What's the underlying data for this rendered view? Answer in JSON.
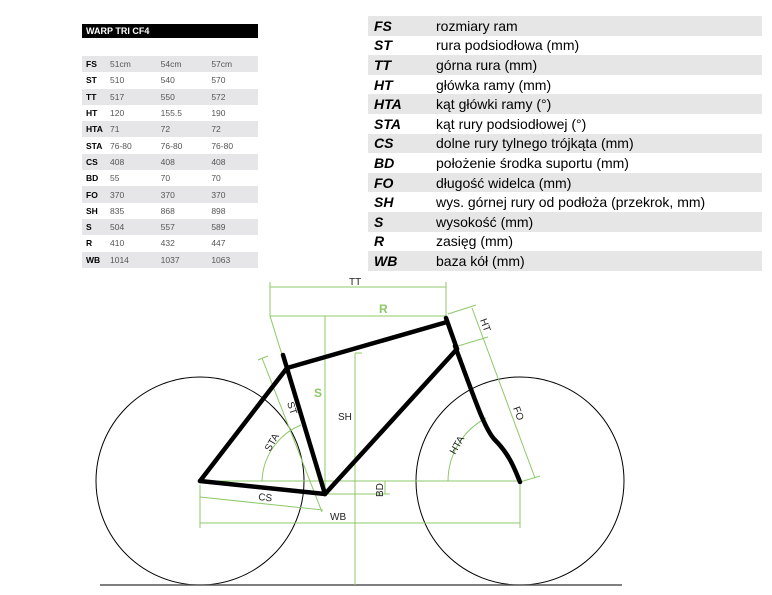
{
  "geometry_table": {
    "title": "WARP TRI CF4",
    "rows": [
      {
        "key": "FS",
        "values": [
          "51cm",
          "54cm",
          "57cm"
        ]
      },
      {
        "key": "ST",
        "values": [
          "510",
          "540",
          "570"
        ]
      },
      {
        "key": "TT",
        "values": [
          "517",
          "550",
          "572"
        ]
      },
      {
        "key": "HT",
        "values": [
          "120",
          "155.5",
          "190"
        ]
      },
      {
        "key": "HTA",
        "values": [
          "71",
          "72",
          "72"
        ]
      },
      {
        "key": "STA",
        "values": [
          "76-80",
          "76-80",
          "76-80"
        ]
      },
      {
        "key": "CS",
        "values": [
          "408",
          "408",
          "408"
        ]
      },
      {
        "key": "BD",
        "values": [
          "55",
          "70",
          "70"
        ]
      },
      {
        "key": "FO",
        "values": [
          "370",
          "370",
          "370"
        ]
      },
      {
        "key": "SH",
        "values": [
          "835",
          "868",
          "898"
        ]
      },
      {
        "key": "S",
        "values": [
          "504",
          "557",
          "589"
        ]
      },
      {
        "key": "R",
        "values": [
          "410",
          "432",
          "447"
        ]
      },
      {
        "key": "WB",
        "values": [
          "1014",
          "1037",
          "1063"
        ]
      }
    ]
  },
  "legend": [
    {
      "key": "FS",
      "desc": "rozmiary ram"
    },
    {
      "key": "ST",
      "desc": "rura podsiodłowa (mm)"
    },
    {
      "key": "TT",
      "desc": "górna rura (mm)"
    },
    {
      "key": "HT",
      "desc": "główka ramy (mm)"
    },
    {
      "key": "HTA",
      "desc": "kąt główki ramy (°)"
    },
    {
      "key": "STA",
      "desc": "kąt rury podsiodłowej (°)"
    },
    {
      "key": "CS",
      "desc": "dolne rury tylnego trójkąta (mm)"
    },
    {
      "key": "BD",
      "desc": "położenie środka suportu (mm)"
    },
    {
      "key": "FO",
      "desc": "długość widelca (mm)"
    },
    {
      "key": "SH",
      "desc": "wys. górnej rury od podłoża (przekrok, mm)"
    },
    {
      "key": "S",
      "desc": "wysokość (mm)"
    },
    {
      "key": "R",
      "desc": "zasięg (mm)"
    },
    {
      "key": "WB",
      "desc": "baza kół (mm)"
    }
  ],
  "diagram_labels": {
    "tt": "TT",
    "r": "R",
    "ht": "HT",
    "s": "S",
    "sh": "SH",
    "st": "ST",
    "sta": "STA",
    "hta": "HTA",
    "fo": "FO",
    "bd": "BD",
    "cs": "CS",
    "wb": "WB"
  },
  "colors": {
    "dimension": "#8dc968",
    "frame": "#000000",
    "row_shade": "#e6e6e6"
  }
}
